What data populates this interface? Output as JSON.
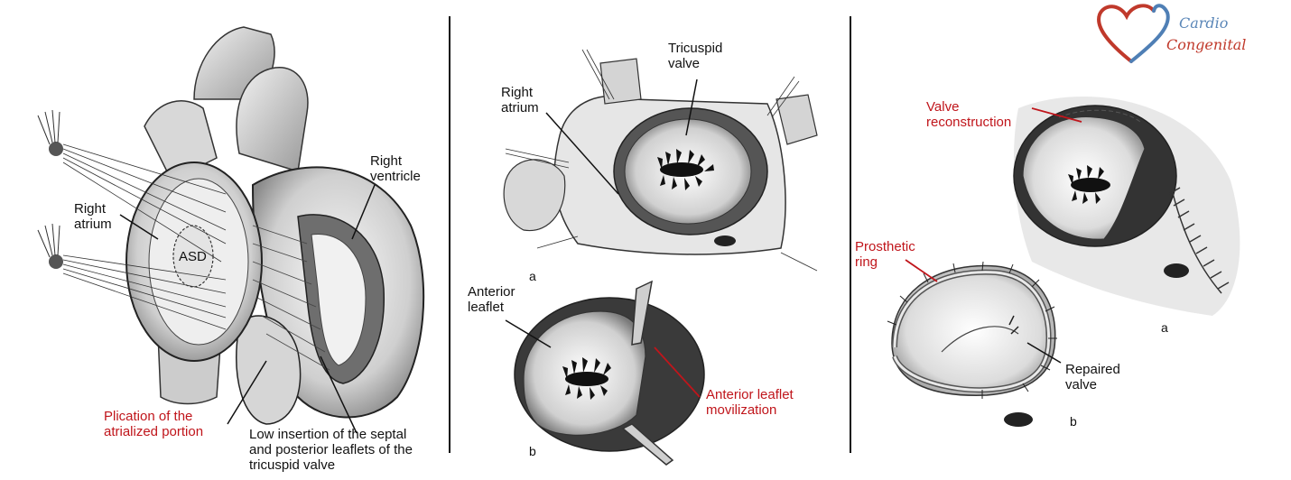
{
  "panel1": {
    "right_ventricle": [
      "Right",
      "ventricle"
    ],
    "right_atrium": [
      "Right",
      "atrium"
    ],
    "asd": "ASD",
    "plication": [
      "Plication of the",
      "atrialized portion"
    ],
    "low_insertion": [
      "Low insertion of the septal",
      "and posterior leaflets of the",
      "tricuspid valve"
    ]
  },
  "panel2": {
    "tricuspid_valve": [
      "Tricuspid",
      "valve"
    ],
    "right_atrium": [
      "Right",
      "atrium"
    ],
    "fig_a": "a",
    "anterior_leaflet": [
      "Anterior",
      "leaflet"
    ],
    "anterior_mobilization": [
      "Anterior leaflet",
      "movilization"
    ],
    "fig_b": "b"
  },
  "panel3": {
    "valve_reconstruction": [
      "Valve",
      "reconstruction"
    ],
    "prosthetic_ring": [
      "Prosthetic",
      "ring"
    ],
    "repaired_valve": [
      "Repaired",
      "valve"
    ],
    "fig_a": "a",
    "fig_b": "b"
  },
  "logo": {
    "line1": "Cardio",
    "line2": "Congenital",
    "colors": {
      "heart_red": "#c0392b",
      "heart_blue": "#4f7fb5"
    }
  },
  "colors": {
    "red_label": "#c0151b",
    "leader": "#111111"
  }
}
